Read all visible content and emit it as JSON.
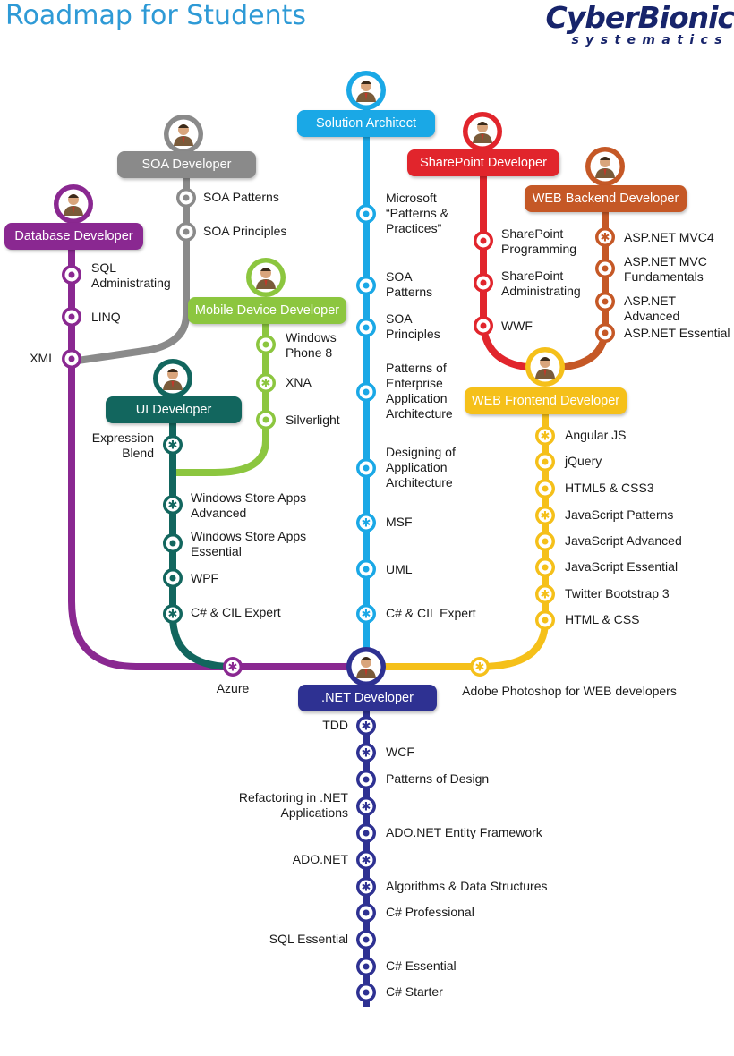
{
  "header": {
    "title": "Roadmap for Students",
    "logo_main": "CyberBionic",
    "logo_sub": "systematics"
  },
  "colors": {
    "solution": "#1aa8e6",
    "soa": "#8a8a8a",
    "database": "#8a2891",
    "mobile": "#8cc63f",
    "ui": "#12665e",
    "sharepoint": "#e1252c",
    "backend": "#c55826",
    "frontend": "#f5c01a",
    "dotnet": "#2e3192"
  },
  "roles": [
    {
      "key": "solution",
      "label": "Solution Architect",
      "icon": "person-icon"
    },
    {
      "key": "soa",
      "label": "SOA Developer",
      "icon": "person-icon"
    },
    {
      "key": "database",
      "label": "Database Developer",
      "icon": "person-icon"
    },
    {
      "key": "mobile",
      "label": "Mobile Device Developer",
      "icon": "person-icon"
    },
    {
      "key": "ui",
      "label": "UI Developer",
      "icon": "person-icon"
    },
    {
      "key": "sharepoint",
      "label": "SharePoint Developer",
      "icon": "person-icon"
    },
    {
      "key": "backend",
      "label": "WEB Backend Developer",
      "icon": "person-icon"
    },
    {
      "key": "frontend",
      "label": "WEB Frontend Developer",
      "icon": "person-icon"
    },
    {
      "key": "dotnet",
      "label": ".NET Developer",
      "icon": "person-icon"
    }
  ],
  "stations": {
    "solution": [
      "Microsoft\n“Patterns &\nPractices”",
      "SOA\nPatterns",
      "SOA\nPrinciples",
      "Patterns of\nEnterprise\nApplication\nArchitecture",
      "Designing of\nApplication\nArchitecture",
      "MSF",
      "UML",
      "C# & CIL Expert"
    ],
    "soa": [
      "SOA Patterns",
      "SOA Principles"
    ],
    "database": [
      "SQL\nAdministrating",
      "LINQ",
      "XML"
    ],
    "mobile": [
      "Windows\nPhone 8",
      "XNA",
      "Silverlight"
    ],
    "ui": [
      "Expression\nBlend",
      "Windows Store Apps\nAdvanced",
      "Windows Store Apps\nEssential",
      "WPF",
      "C# & CIL Expert"
    ],
    "sharepoint": [
      "SharePoint\nProgramming",
      "SharePoint\nAdministrating",
      "WWF"
    ],
    "backend": [
      "ASP.NET MVC4",
      "ASP.NET MVC\nFundamentals",
      "ASP.NET Advanced",
      "ASP.NET Essential"
    ],
    "frontend": [
      "Angular JS",
      "jQuery",
      "HTML5 & CSS3",
      "JavaScript Patterns",
      "JavaScript Advanced",
      "JavaScript Essential",
      "Twitter Bootstrap 3",
      "HTML & CSS"
    ],
    "junctions": [
      "Azure",
      "Adobe Photoshop for WEB developers"
    ],
    "dotnet": [
      "TDD",
      "WCF",
      "Patterns of Design",
      "Refactoring in .NET\nApplications",
      "ADO.NET Entity Framework",
      "ADO.NET",
      "Algorithms & Data Structures",
      "C# Professional",
      "SQL Essential",
      "C# Essential",
      "C# Starter"
    ]
  }
}
